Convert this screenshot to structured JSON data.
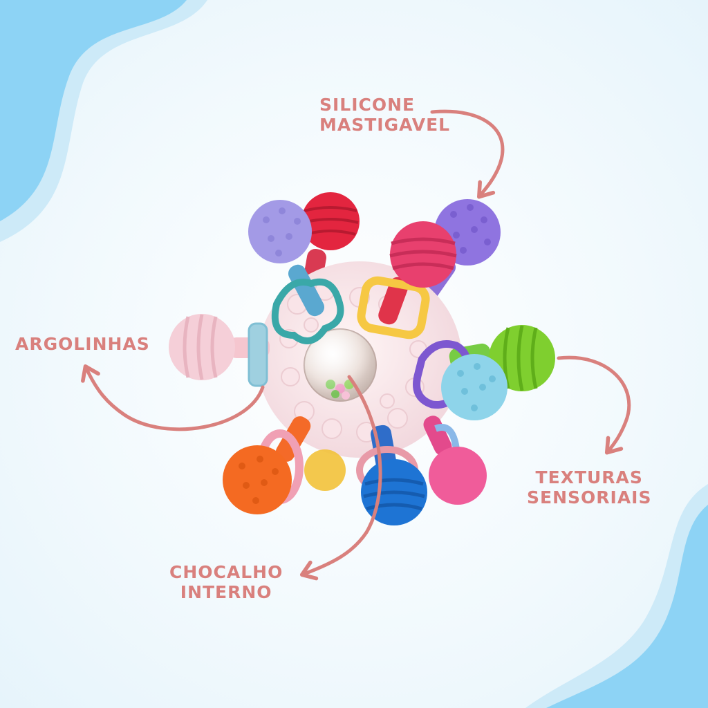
{
  "labels": {
    "silicone": [
      "SILICONE",
      "MASTIGAVEL"
    ],
    "argolinhas": [
      "ARGOLINHAS"
    ],
    "texturas": [
      "TEXTURAS",
      "SENSORIAIS"
    ],
    "chocalho": [
      "CHOCALHO",
      "INTERNO"
    ]
  },
  "colors": {
    "label": "#d9807d",
    "wave_blue": "#8dd3f5",
    "wave_light": "#cdeaf8"
  }
}
